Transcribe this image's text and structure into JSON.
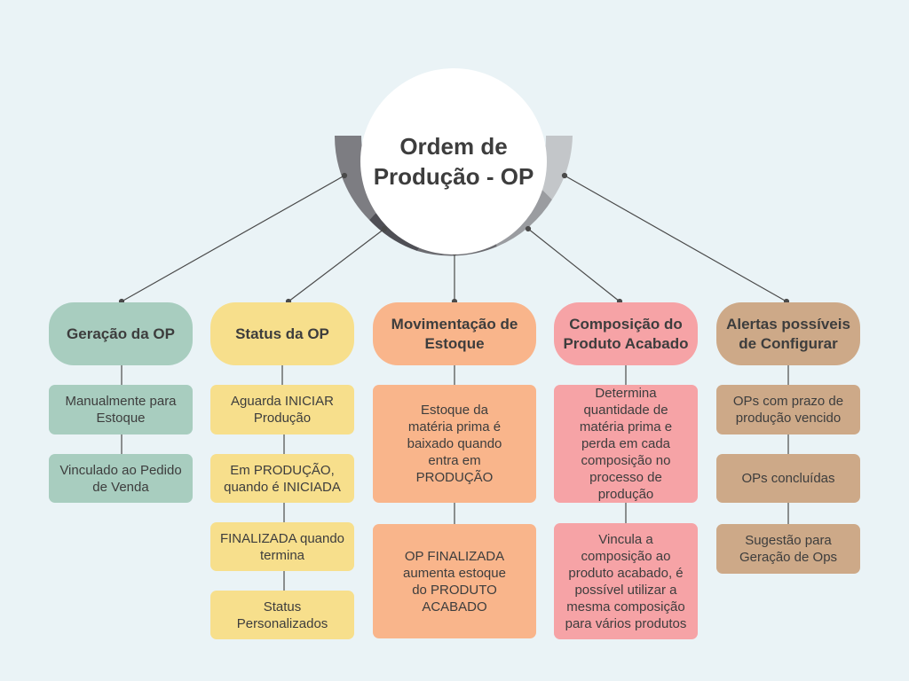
{
  "center": {
    "title": "Ordem de\nProdução - OP"
  },
  "colors": {
    "background": "#eaf3f6",
    "ring": [
      "#7d7d82",
      "#4f4f55",
      "#6b6b70",
      "#9a9ca0",
      "#c3c6c9"
    ],
    "green": "#a8cdbf",
    "yellow": "#f7df8c",
    "orange": "#f9b58b",
    "pink": "#f6a3a6",
    "tan": "#cda988"
  },
  "columns": [
    {
      "heading": "Geração da OP",
      "items": [
        "Manualmente para Estoque",
        "Vinculado ao Pedido de Venda"
      ]
    },
    {
      "heading": "Status da OP",
      "items": [
        "Aguarda INICIAR Produção",
        "Em PRODUÇÃO, quando é INICIADA",
        "FINALIZADA quando termina",
        "Status Personalizados"
      ]
    },
    {
      "heading": "Movimentação de Estoque",
      "items": [
        "Estoque da matéria prima  é baixado quando entra em PRODUÇÃO",
        "OP FINALIZADA aumenta estoque do PRODUTO ACABADO"
      ]
    },
    {
      "heading": "Composição do Produto Acabado",
      "items": [
        "Determina quantidade de matéria prima e perda em cada composição no processo de produção",
        "Vincula  a composição ao produto acabado, é possível utilizar a mesma composição para vários produtos"
      ]
    },
    {
      "heading": "Alertas possíveis de Configurar",
      "items": [
        "OPs com prazo de produção vencido",
        "OPs concluídas",
        "Sugestão para Geração de Ops"
      ]
    }
  ]
}
